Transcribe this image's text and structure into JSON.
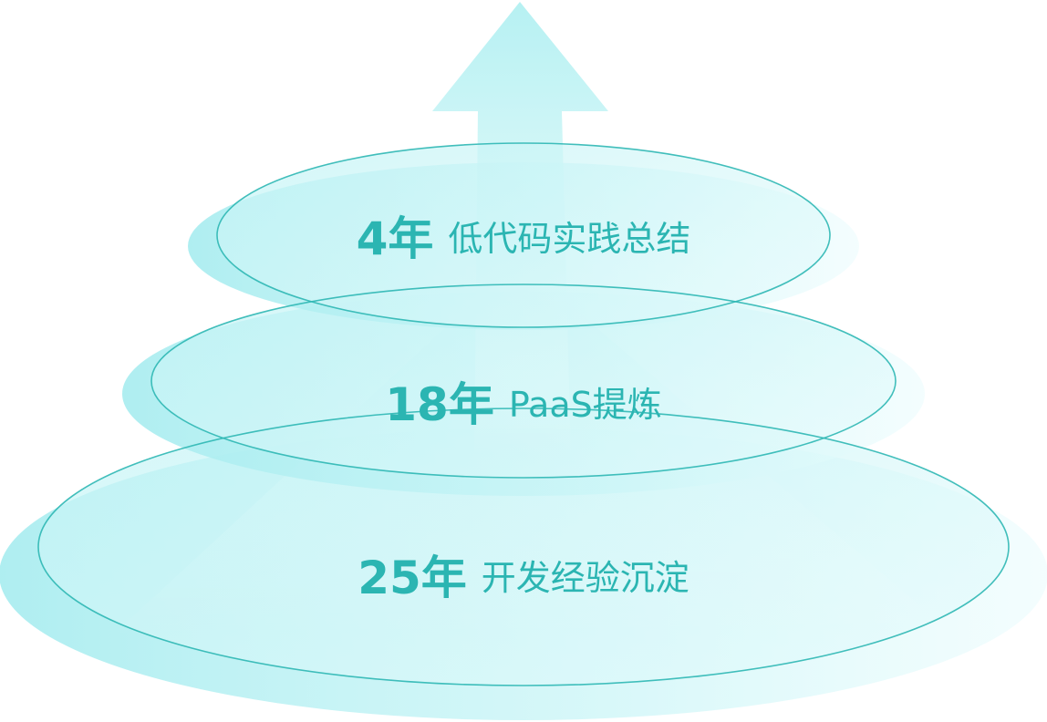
{
  "colors": {
    "accent_text": "#2bb5b2",
    "ring_stroke": "#2db7b4",
    "fill_light": "#b8f1f3",
    "fill_arrow": "#b5f0f2"
  },
  "tiers": [
    {
      "years": "4年",
      "description": "低代码实践总结"
    },
    {
      "years": "18年",
      "description": "PaaS提炼"
    },
    {
      "years": "25年",
      "description": "开发经验沉淀"
    }
  ]
}
